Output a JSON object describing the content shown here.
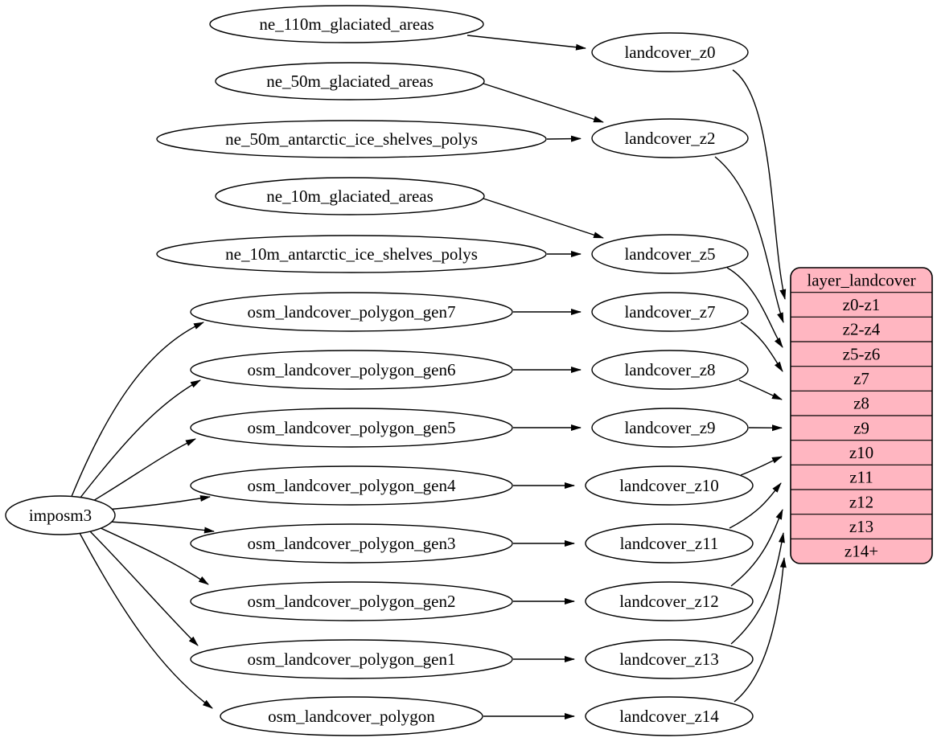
{
  "colors": {
    "background": "#ffffff",
    "node_fill": "#ffffff",
    "node_stroke": "#000000",
    "edge": "#000000",
    "table_fill": "#ffb6c1",
    "text": "#000000"
  },
  "nodes": {
    "imposm3": "imposm3",
    "ne_110m_glaciated_areas": "ne_110m_glaciated_areas",
    "ne_50m_glaciated_areas": "ne_50m_glaciated_areas",
    "ne_50m_antarctic_ice_shelves_polys": "ne_50m_antarctic_ice_shelves_polys",
    "ne_10m_glaciated_areas": "ne_10m_glaciated_areas",
    "ne_10m_antarctic_ice_shelves_polys": "ne_10m_antarctic_ice_shelves_polys",
    "osm_landcover_polygon_gen7": "osm_landcover_polygon_gen7",
    "osm_landcover_polygon_gen6": "osm_landcover_polygon_gen6",
    "osm_landcover_polygon_gen5": "osm_landcover_polygon_gen5",
    "osm_landcover_polygon_gen4": "osm_landcover_polygon_gen4",
    "osm_landcover_polygon_gen3": "osm_landcover_polygon_gen3",
    "osm_landcover_polygon_gen2": "osm_landcover_polygon_gen2",
    "osm_landcover_polygon_gen1": "osm_landcover_polygon_gen1",
    "osm_landcover_polygon": "osm_landcover_polygon",
    "landcover_z0": "landcover_z0",
    "landcover_z2": "landcover_z2",
    "landcover_z5": "landcover_z5",
    "landcover_z7": "landcover_z7",
    "landcover_z8": "landcover_z8",
    "landcover_z9": "landcover_z9",
    "landcover_z10": "landcover_z10",
    "landcover_z11": "landcover_z11",
    "landcover_z12": "landcover_z12",
    "landcover_z13": "landcover_z13",
    "landcover_z14": "landcover_z14"
  },
  "layer_table": {
    "title": "layer_landcover",
    "rows": [
      "z0-z1",
      "z2-z4",
      "z5-z6",
      "z7",
      "z8",
      "z9",
      "z10",
      "z11",
      "z12",
      "z13",
      "z14+"
    ]
  },
  "edges": [
    {
      "from": "ne_110m_glaciated_areas",
      "to": "landcover_z0"
    },
    {
      "from": "ne_50m_glaciated_areas",
      "to": "landcover_z2"
    },
    {
      "from": "ne_50m_antarctic_ice_shelves_polys",
      "to": "landcover_z2"
    },
    {
      "from": "ne_10m_glaciated_areas",
      "to": "landcover_z5"
    },
    {
      "from": "ne_10m_antarctic_ice_shelves_polys",
      "to": "landcover_z5"
    },
    {
      "from": "imposm3",
      "to": "osm_landcover_polygon_gen7"
    },
    {
      "from": "imposm3",
      "to": "osm_landcover_polygon_gen6"
    },
    {
      "from": "imposm3",
      "to": "osm_landcover_polygon_gen5"
    },
    {
      "from": "imposm3",
      "to": "osm_landcover_polygon_gen4"
    },
    {
      "from": "imposm3",
      "to": "osm_landcover_polygon_gen3"
    },
    {
      "from": "imposm3",
      "to": "osm_landcover_polygon_gen2"
    },
    {
      "from": "imposm3",
      "to": "osm_landcover_polygon_gen1"
    },
    {
      "from": "imposm3",
      "to": "osm_landcover_polygon"
    },
    {
      "from": "osm_landcover_polygon_gen7",
      "to": "landcover_z7"
    },
    {
      "from": "osm_landcover_polygon_gen6",
      "to": "landcover_z8"
    },
    {
      "from": "osm_landcover_polygon_gen5",
      "to": "landcover_z9"
    },
    {
      "from": "osm_landcover_polygon_gen4",
      "to": "landcover_z10"
    },
    {
      "from": "osm_landcover_polygon_gen3",
      "to": "landcover_z11"
    },
    {
      "from": "osm_landcover_polygon_gen2",
      "to": "landcover_z12"
    },
    {
      "from": "osm_landcover_polygon_gen1",
      "to": "landcover_z13"
    },
    {
      "from": "osm_landcover_polygon",
      "to": "landcover_z14"
    },
    {
      "from": "landcover_z0",
      "to": "layer_landcover.z0-z1"
    },
    {
      "from": "landcover_z2",
      "to": "layer_landcover.z2-z4"
    },
    {
      "from": "landcover_z5",
      "to": "layer_landcover.z5-z6"
    },
    {
      "from": "landcover_z7",
      "to": "layer_landcover.z7"
    },
    {
      "from": "landcover_z8",
      "to": "layer_landcover.z8"
    },
    {
      "from": "landcover_z9",
      "to": "layer_landcover.z9"
    },
    {
      "from": "landcover_z10",
      "to": "layer_landcover.z10"
    },
    {
      "from": "landcover_z11",
      "to": "layer_landcover.z11"
    },
    {
      "from": "landcover_z12",
      "to": "layer_landcover.z12"
    },
    {
      "from": "landcover_z13",
      "to": "layer_landcover.z13"
    },
    {
      "from": "landcover_z14",
      "to": "layer_landcover.z14+"
    }
  ]
}
